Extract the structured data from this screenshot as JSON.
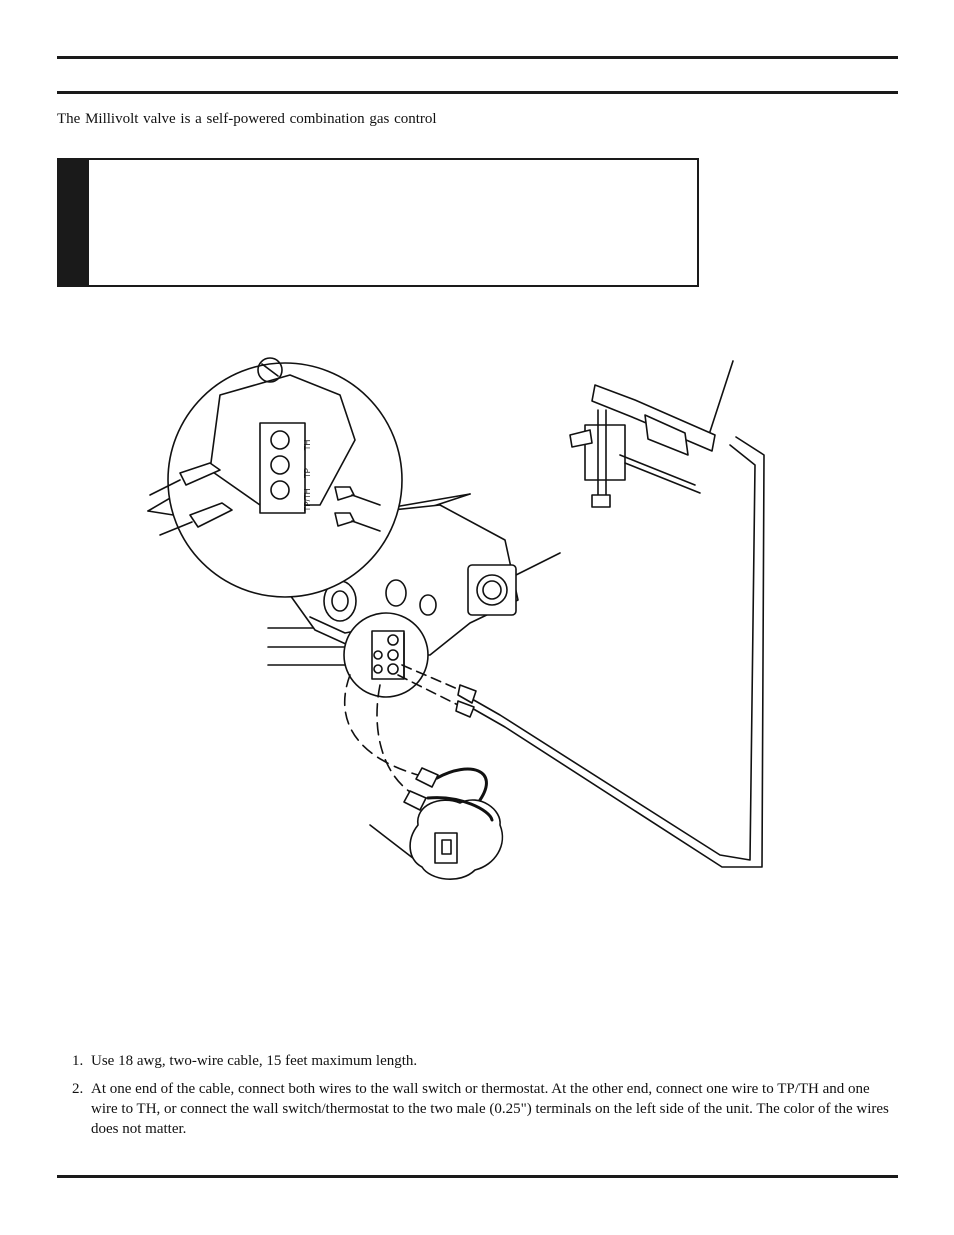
{
  "intro_text": "The Millivolt valve is a self-powered combination gas control",
  "diagram": {
    "terminal_labels": [
      "TH",
      "TP",
      "TP/TH"
    ]
  },
  "instructions": [
    {
      "number": "1.",
      "text": "Use 18 awg, two-wire cable, 15 feet maximum length."
    },
    {
      "number": "2.",
      "text": "At one end of the cable, connect both wires to the wall switch or thermostat. At the other end, connect one wire to TP/TH and one wire to TH, or connect the wall switch/thermostat to the two male (0.25\") terminals on the left side of the unit. The color of the wires does not matter."
    }
  ]
}
